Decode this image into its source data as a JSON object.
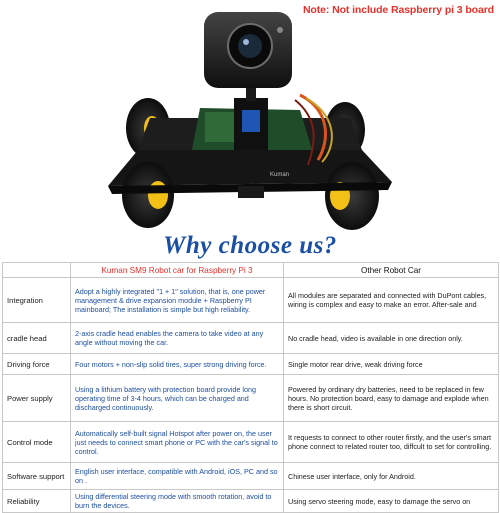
{
  "note": "Note: Not include Raspberry pi 3 board",
  "headline": "Why choose us?",
  "colors": {
    "note": "#e8312a",
    "headline": "#1a4fa6",
    "kuman_text": "#1e4fa0",
    "wheel_hub": "#f2c017"
  },
  "photo": {
    "board_caption": "Kuman"
  },
  "table": {
    "headers": [
      "",
      "Kuman SM9 Robot car for Raspberry Pi 3",
      "Other Robot Car"
    ],
    "rows": [
      {
        "label": "Integration",
        "kuman": "Adopt a highly integrated \"1 + 1\" solution, that is, one power management & drive expansion module + Raspberry PI mainboard; The installation is simple but high reliability.",
        "other": "All modules are separated and connected with DuPont cables, wiring is complex and easy to make an error. After-sale and"
      },
      {
        "label": "cradle head",
        "kuman": "2-axis cradle head enables the camera to take video at any angle without moving the car.",
        "other": "No cradle head, video is available in one direction only."
      },
      {
        "label": "Driving force",
        "kuman": "Four motors + non-slip solid tires, super strong driving force.",
        "other": "Single motor rear drive, weak driving force"
      },
      {
        "label": "Power supply",
        "kuman": "Using a lithium battery with protection board  provide long operating time of 3-4 hours, which can be charged and discharged continuously.",
        "other": "Powered by ordinary dry batteries, need to be replaced in few hours. No protection board, easy to damage and explode when there is short circuit."
      },
      {
        "label": "Control mode",
        "kuman": "Automatically self-built signal Hotspot after power on, the user just needs to connect smart phone or PC  with the car's signal to control.",
        "other": "It requests to connect to other router firstly, and the user's smart phone connect to related router too, diffcult to set for controlling."
      },
      {
        "label": "Software support",
        "kuman": "English user interface, compatible with Android, iOS, PC and so on .",
        "other": "Chinese user interface, only for Android."
      },
      {
        "label": "Reliability",
        "kuman": "Using differential steering mode with smooth rotation, avoid to burn the devices.",
        "other": "Using servo steering mode, easy to damage the servo on"
      }
    ]
  }
}
